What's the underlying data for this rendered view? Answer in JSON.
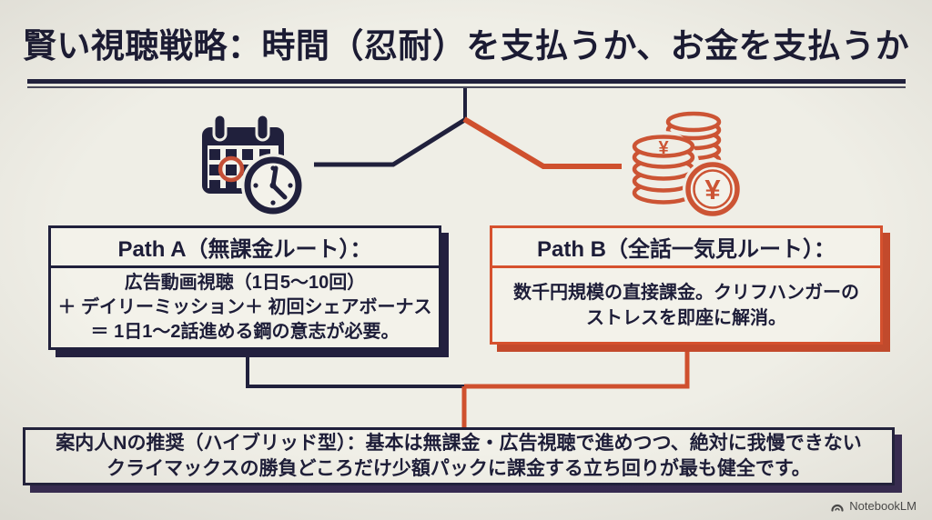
{
  "title": "賢い視聴戦略：時間（忍耐）を支払うか、お金を支払うか",
  "colors": {
    "background": "#efeee6",
    "dark_navy": "#20203c",
    "orange": "#d6512e",
    "card_fill": "#f3f2ea",
    "recommendation_shadow": "#362a52"
  },
  "paths": {
    "a": {
      "header": "Path A（無課金ルート）：",
      "lines": [
        "広告動画視聴（1日5〜10回）",
        "＋ デイリーミッション＋ 初回シェアボーナス",
        "＝ 1日1〜2話進める鋼の意志が必要。"
      ]
    },
    "b": {
      "header": "Path B（全話一気見ルート）：",
      "lines": [
        "数千円規模の直接課金。クリフハンガーの",
        "ストレスを即座に解消。"
      ]
    }
  },
  "recommendation": {
    "lines": [
      "案内人Nの推奨（ハイブリッド型）：基本は無課金・広告視聴で進めつつ、絶対に我慢できない",
      "クライマックスの勝負どころだけ少額パックに課金する立ち回りが最も健全です。"
    ]
  },
  "icons": {
    "yen_symbol": "¥",
    "left_icon": "calendar-clock-icon",
    "right_icon": "yen-coins-icon"
  },
  "watermark": "NotebookLM"
}
